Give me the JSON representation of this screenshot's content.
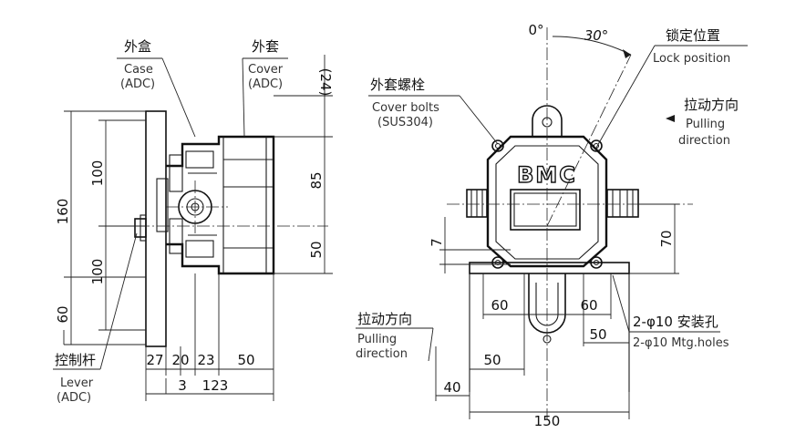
{
  "labels": {
    "case_cn": "外盒",
    "case_en": "Case",
    "case_mat": "(ADC)",
    "cover_cn": "外套",
    "cover_en": "Cover",
    "cover_mat": "(ADC)",
    "cover_bolts_cn": "外套螺栓",
    "cover_bolts_en": "Cover bolts",
    "cover_bolts_mat": "(SUS304)",
    "lock_cn": "锁定位置",
    "lock_en": "Lock position",
    "pull_cn_right": "拉动方向",
    "pull_en_right_1": "Pulling",
    "pull_en_right_2": "direction",
    "pull_cn_left": "拉动方向",
    "pull_en_left_1": "Pulling",
    "pull_en_left_2": "direction",
    "lever_cn": "控制杆",
    "lever_en": "Lever",
    "lever_mat": "(ADC)",
    "holes_cn": "2-φ10 安装孔",
    "holes_en": "2-φ10 Mtg.holes",
    "brand": "BMC",
    "angle_zero": "0°",
    "angle_30": "30°"
  },
  "dimensions": {
    "side_160": "160",
    "side_100_top": "100",
    "side_100_bottom": "100",
    "side_60": "60",
    "side_24": "(24)",
    "side_85": "85",
    "side_50": "50",
    "bottom_27": "27",
    "bottom_20": "20",
    "bottom_23": "23",
    "bottom_50": "50",
    "bottom_3": "3",
    "bottom_123": "123",
    "front_7": "7",
    "front_70": "70",
    "front_60_left": "60",
    "front_60_right": "60",
    "front_50_right": "50",
    "front_50_left": "50",
    "front_40": "40",
    "front_150": "150"
  }
}
